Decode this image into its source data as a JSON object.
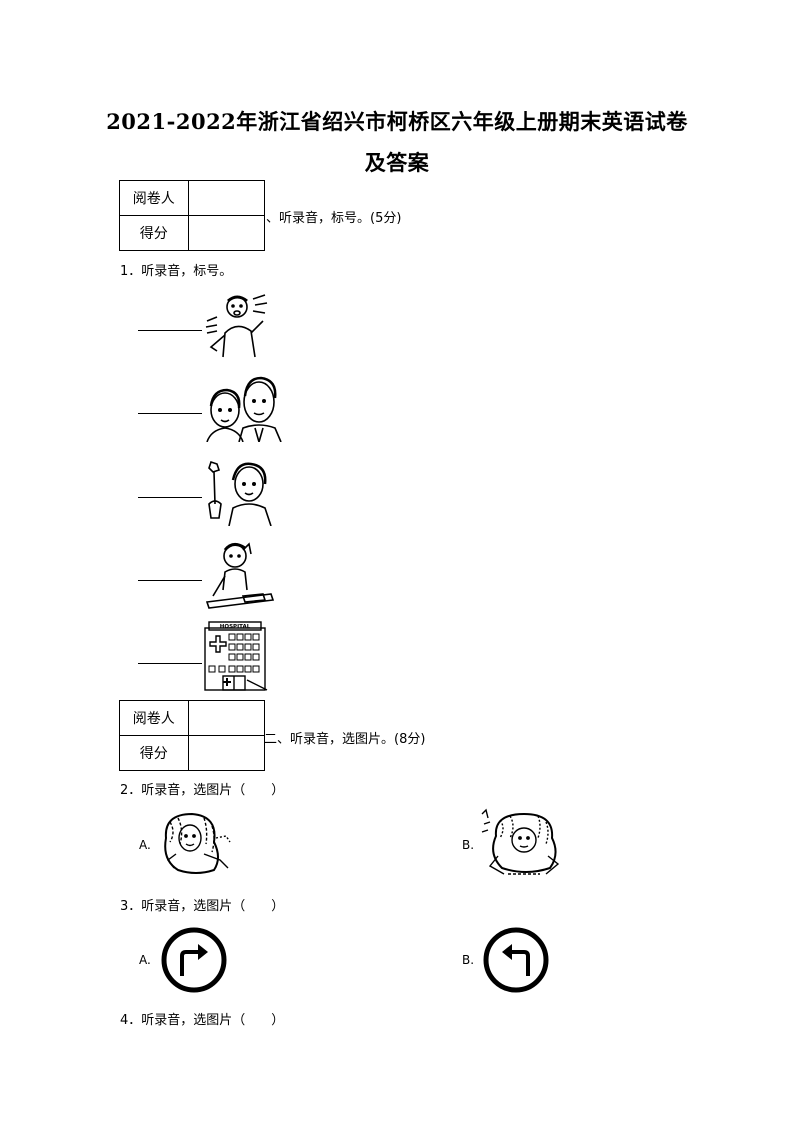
{
  "doc": {
    "title_line1": "2021-2022年浙江省绍兴市柯桥区六年级上册期末英语试卷",
    "title_line2": "及答案"
  },
  "score_table": {
    "reviewer_label": "阅卷人",
    "score_label": "得分"
  },
  "section1": {
    "heading": "、听录音，标号。(5分)",
    "question": "1．听录音，标号。",
    "items": [
      {
        "icon": "boy-singing-picture"
      },
      {
        "icon": "grandparents-picture"
      },
      {
        "icon": "worker-with-wrench-picture"
      },
      {
        "icon": "student-thinking-picture"
      },
      {
        "icon": "hospital-building-picture"
      }
    ],
    "hospital_sign": "HOSPITAL"
  },
  "section2": {
    "heading": "二、听录音，选图片。(8分)",
    "questions": [
      {
        "text": "2．听录音，选图片（　　）",
        "option_a": "A.",
        "option_b": "B."
      },
      {
        "text": "3．听录音，选图片（　　）",
        "option_a": "A.",
        "option_b": "B."
      },
      {
        "text": "4．听录音，选图片（　　）"
      }
    ]
  }
}
